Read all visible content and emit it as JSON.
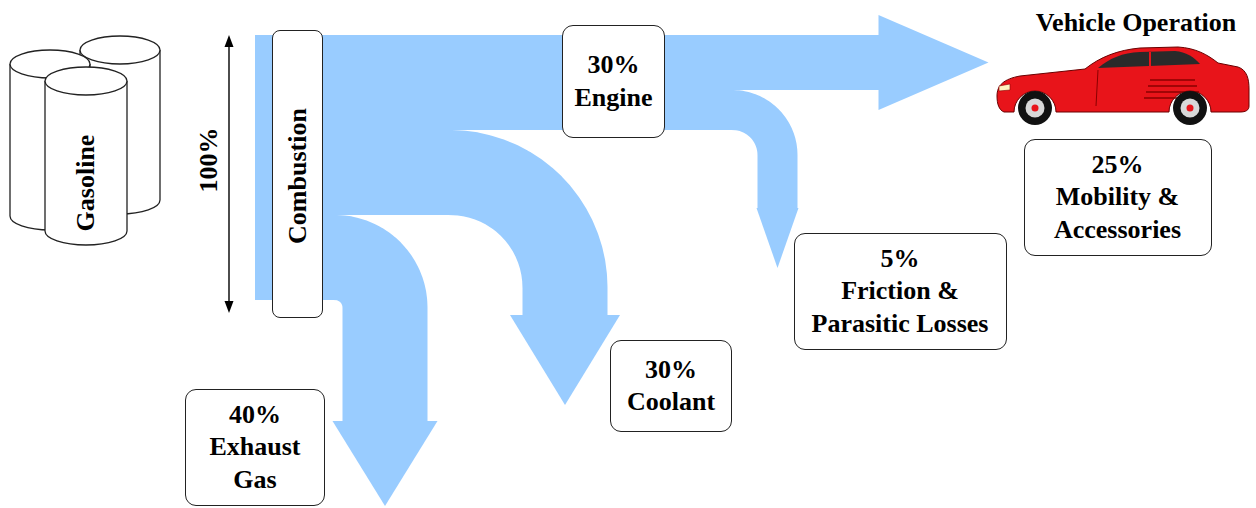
{
  "diagram": {
    "nodes": [
      {
        "text": [
          "Gasoline"
        ]
      },
      {
        "text": [
          "Combustion"
        ]
      },
      {
        "text": [
          "30%",
          "Engine"
        ]
      },
      {
        "text": [
          "25%",
          "Mobility & Accessories"
        ]
      },
      {
        "text": [
          "5%",
          "Friction & Parasitic Losses"
        ]
      },
      {
        "text": [
          "30%",
          "Coolant"
        ]
      },
      {
        "text": [
          "40%",
          "Exhaust Gas"
        ]
      }
    ],
    "edges": [
      {
        "from": 1,
        "to": 2,
        "arrow": "none"
      },
      {
        "from": 2,
        "to": 3,
        "arrow": "to"
      },
      {
        "from": 2,
        "to": 4,
        "arrow": "to"
      },
      {
        "from": 1,
        "to": 5,
        "arrow": "to"
      },
      {
        "from": 1,
        "to": 6,
        "arrow": "to"
      }
    ],
    "labels": [
      "100%",
      "Vehicle Operation"
    ]
  }
}
